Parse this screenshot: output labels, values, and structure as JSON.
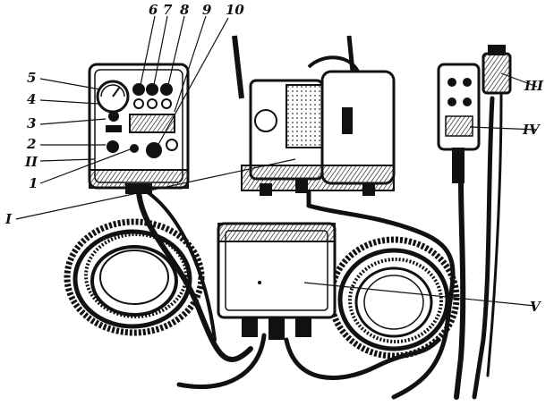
{
  "labels": {
    "n5": "5",
    "n4": "4",
    "n3": "3",
    "n2": "2",
    "nII": "II",
    "n1": "1",
    "nI": "I",
    "n6": "6",
    "n7": "7",
    "n8": "8",
    "n9": "9",
    "n10": "10",
    "nIII": "III",
    "nIV": "IV",
    "nV": "V"
  }
}
